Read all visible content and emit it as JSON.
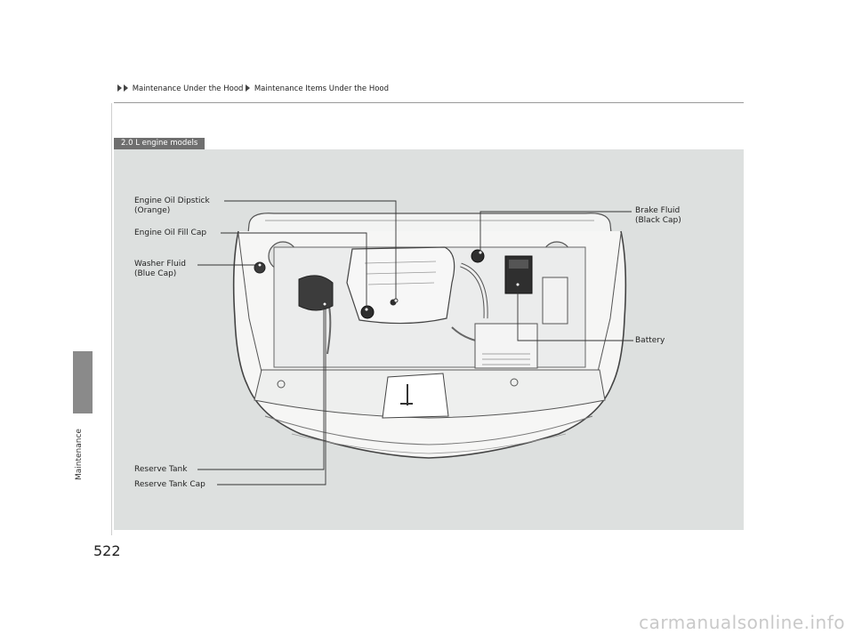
{
  "breadcrumb": {
    "part1": "Maintenance Under the Hood",
    "part2": "Maintenance Items Under the Hood"
  },
  "section_tab": "Maintenance",
  "page_number": "522",
  "model_tag": "2.0 L engine models",
  "callouts": {
    "engine_oil_dipstick": "Engine Oil Dipstick",
    "engine_oil_dipstick_sub": "(Orange)",
    "engine_oil_fill_cap": "Engine Oil Fill Cap",
    "washer_fluid": "Washer Fluid",
    "washer_fluid_sub": "(Blue Cap)",
    "brake_fluid": "Brake Fluid",
    "brake_fluid_sub": "(Black Cap)",
    "battery": "Battery",
    "reserve_tank": "Reserve Tank",
    "reserve_tank_cap": "Reserve Tank Cap"
  },
  "watermark": "carmanualsonline.info"
}
